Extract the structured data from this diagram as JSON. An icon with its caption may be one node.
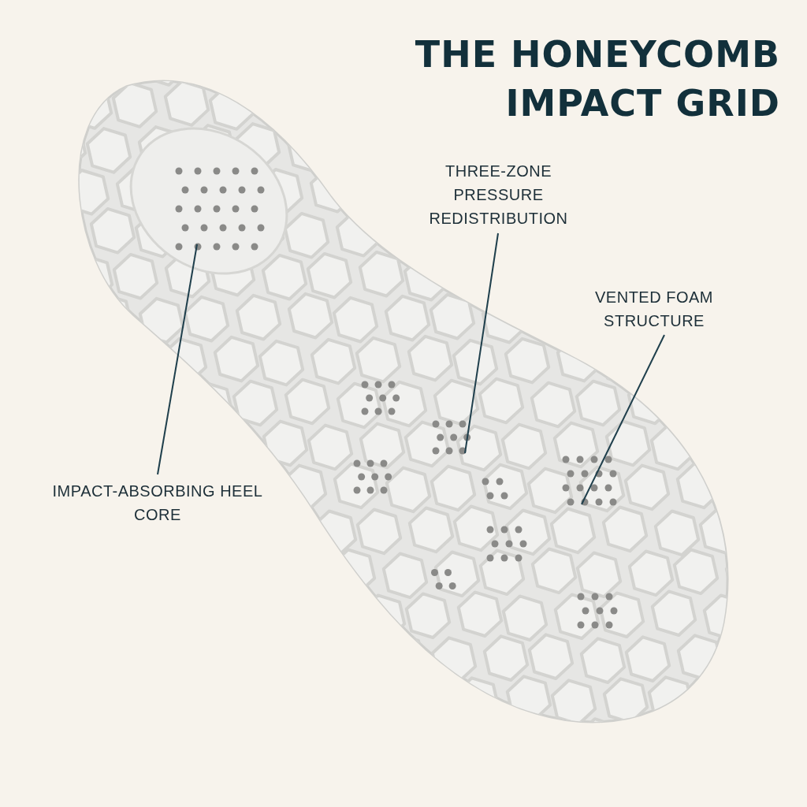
{
  "diagram": {
    "title": "THE HONEYCOMB IMPACT GRID",
    "nodes": [
      {
        "text": [
          "THREE-ZONE PRESSURE REDISTRIBUTION"
        ]
      },
      {
        "text": [
          "VENTED FOAM STRUCTURE"
        ]
      },
      {
        "text": [
          "IMPACT-ABSORBING HEEL CORE"
        ]
      }
    ],
    "edges": [
      {
        "from": 0,
        "to": null,
        "arrow": "none"
      },
      {
        "from": 1,
        "to": null,
        "arrow": "none"
      },
      {
        "from": 2,
        "to": null,
        "arrow": "none"
      }
    ]
  }
}
